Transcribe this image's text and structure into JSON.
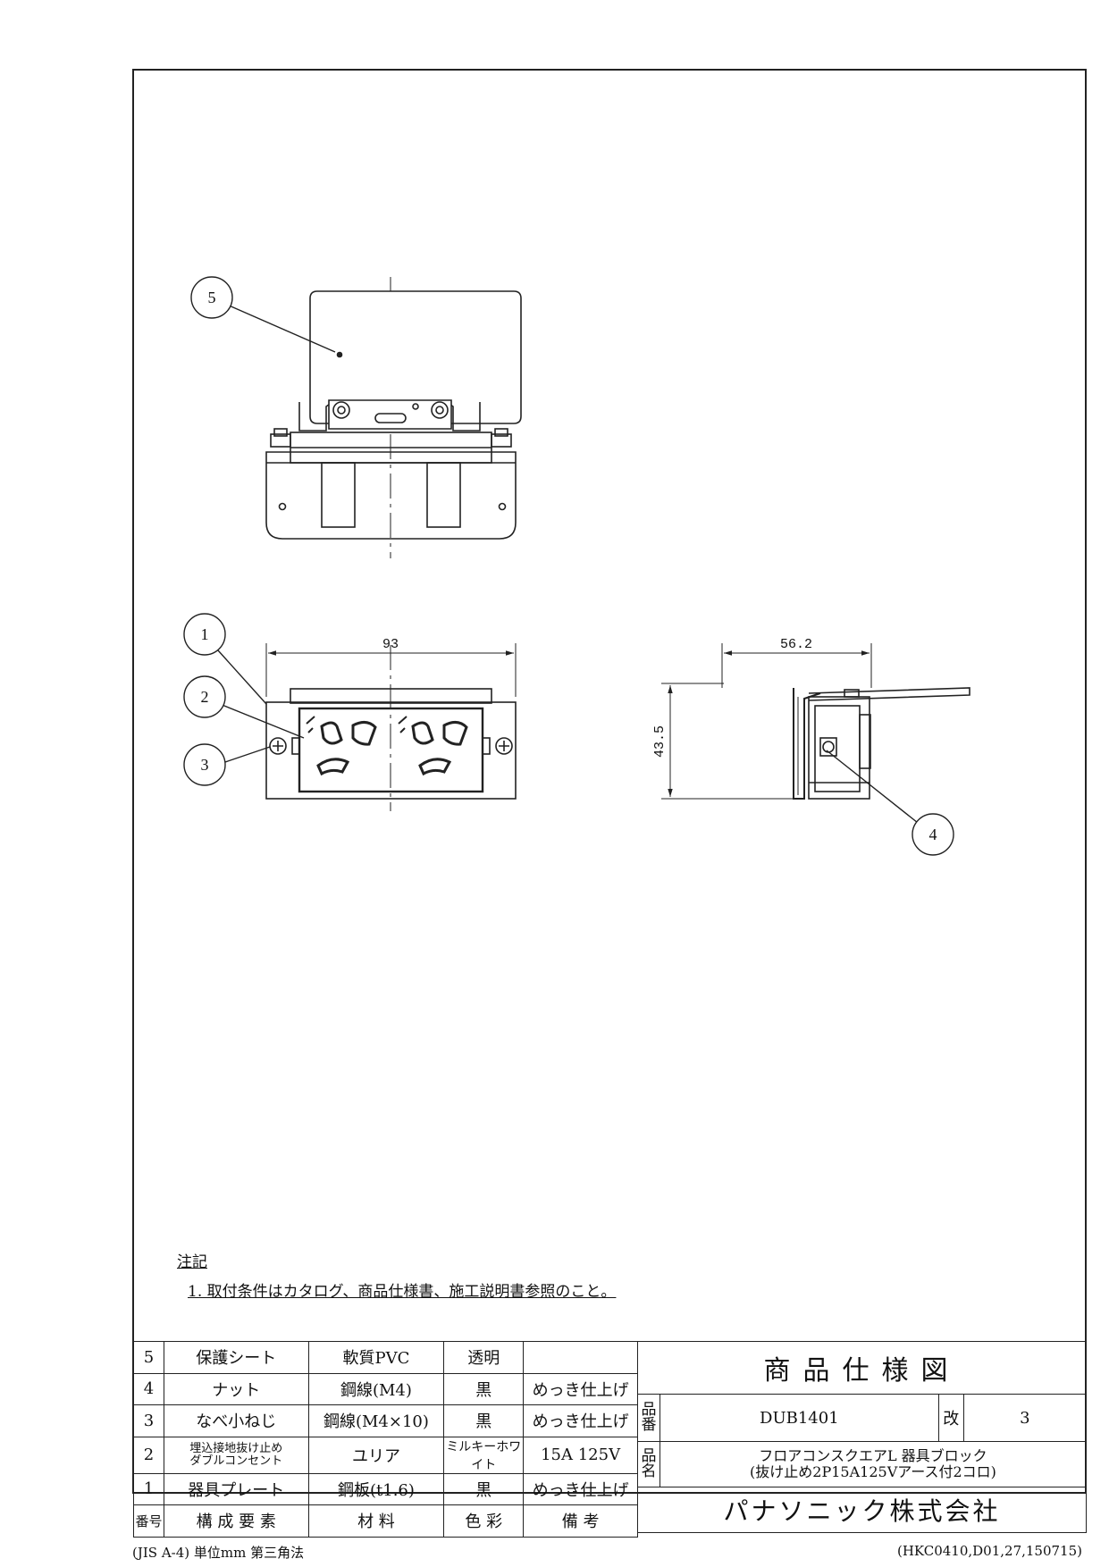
{
  "drawing": {
    "callouts": [
      "5",
      "1",
      "2",
      "3",
      "4"
    ],
    "dimensions": {
      "front_width": "93",
      "side_depth": "56.2",
      "side_height": "43.5"
    }
  },
  "notes": {
    "heading": "注記",
    "items": [
      "1. 取付条件はカタログ、商品仕様書、施工説明書参照のこと。"
    ]
  },
  "parts_table": {
    "rows": [
      {
        "no": "5",
        "name": "保護シート",
        "material": "軟質PVC",
        "color": "透明",
        "remarks": ""
      },
      {
        "no": "4",
        "name": "ナット",
        "material": "鋼線(M4)",
        "color": "黒",
        "remarks": "めっき仕上げ"
      },
      {
        "no": "3",
        "name": "なべ小ねじ",
        "material": "鋼線(M4×10)",
        "color": "黒",
        "remarks": "めっき仕上げ"
      },
      {
        "no": "2",
        "name_line1": "埋込接地抜け止め",
        "name_line2": "ダブルコンセント",
        "material": "ユリア",
        "color": "ミルキーホワイト",
        "remarks": "15A 125V"
      },
      {
        "no": "1",
        "name": "器具プレート",
        "material": "鋼板(t1.6)",
        "color": "黒",
        "remarks": "めっき仕上げ"
      }
    ],
    "header": {
      "no": "番号",
      "name": "構 成 要 素",
      "material": "材 料",
      "color": "色 彩",
      "remarks": "備 考"
    }
  },
  "title_block": {
    "title": "商品仕様図",
    "part_no_label_1": "品",
    "part_no_label_2": "番",
    "part_no": "DUB1401",
    "rev_label": "改",
    "rev": "3",
    "name_label_1": "品",
    "name_label_2": "名",
    "product_line1": "フロアコンスクエアL 器具ブロック",
    "product_line2": "(抜け止め2P15A125Vアース付2コロ)",
    "manufacturer": "パナソニック株式会社"
  },
  "footer": {
    "left": "(JIS A-4) 単位mm 第三角法",
    "right": "(HKC0410,D01,27,150715)"
  }
}
